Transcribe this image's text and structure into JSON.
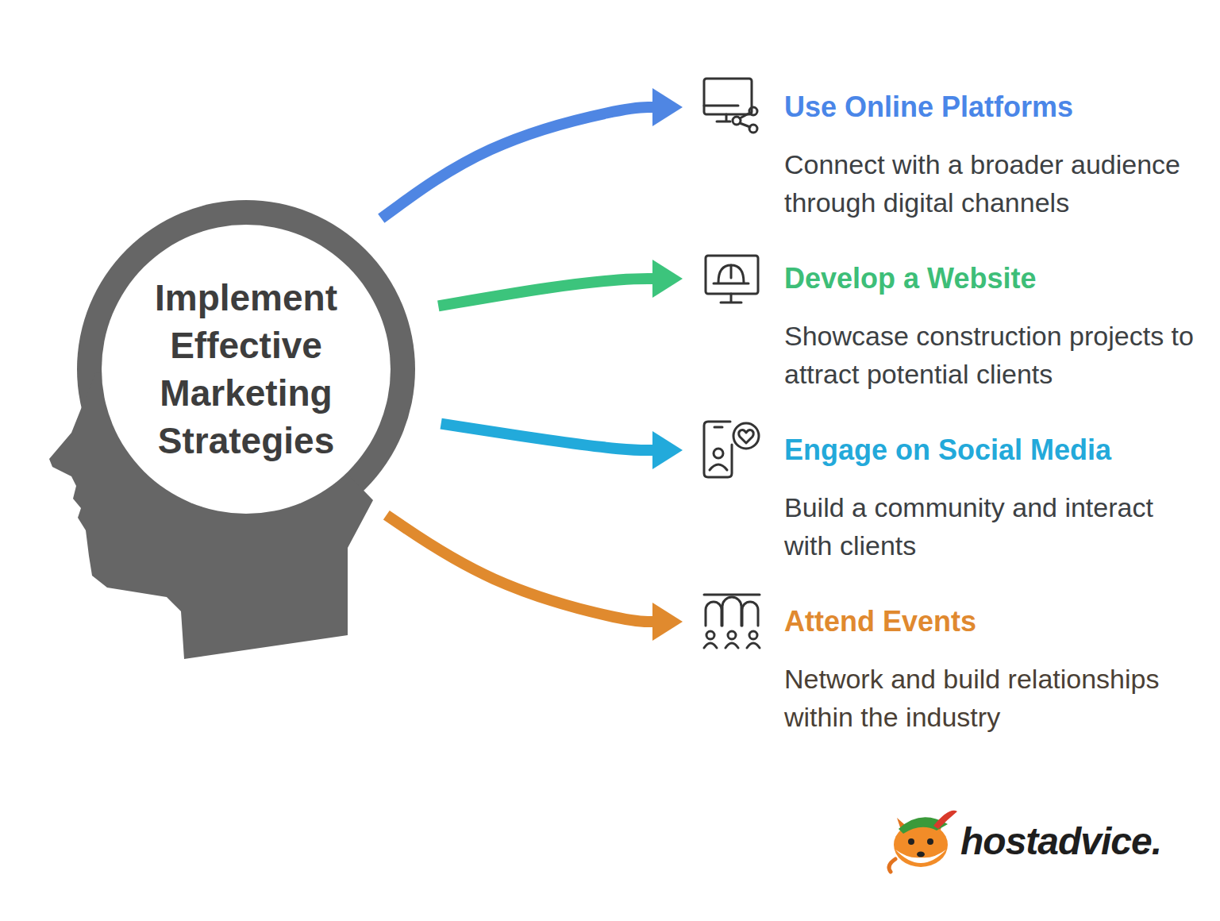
{
  "diagram": {
    "nodes": [
      {
        "text": [
          "Implement Effective Marketing Strategies"
        ]
      },
      {
        "text": [
          "Use Online Platforms",
          "Connect with a broader audience through digital channels"
        ]
      },
      {
        "text": [
          "Develop a Website",
          "Showcase construction projects to attract potential clients"
        ]
      },
      {
        "text": [
          "Engage on Social Media",
          "Build a community and interact with clients"
        ]
      },
      {
        "text": [
          "Attend Events",
          "Network and build relationships within the industry"
        ]
      }
    ],
    "edges": [
      {
        "from": 0,
        "to": 1,
        "arrow": "to"
      },
      {
        "from": 0,
        "to": 2,
        "arrow": "to"
      },
      {
        "from": 0,
        "to": 3,
        "arrow": "to"
      },
      {
        "from": 0,
        "to": 4,
        "arrow": "to"
      }
    ],
    "labels": [
      "hostadvice."
    ]
  }
}
